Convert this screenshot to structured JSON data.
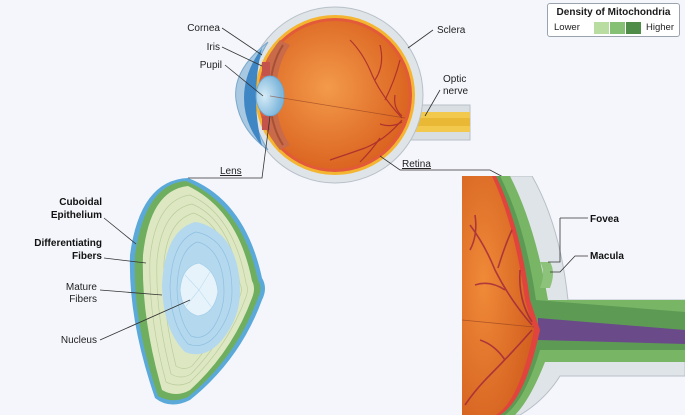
{
  "legend": {
    "title": "Density of Mitochondria",
    "low_label": "Lower",
    "high_label": "Higher",
    "colors": [
      "#b9dca0",
      "#86c074",
      "#4f8c47"
    ]
  },
  "eye_labels": {
    "cornea": "Cornea",
    "iris": "Iris",
    "pupil": "Pupil",
    "sclera": "Sclera",
    "optic_nerve_1": "Optic",
    "optic_nerve_2": "nerve",
    "lens": "Lens",
    "retina": "Retina"
  },
  "lens_labels": {
    "cuboidal_1": "Cuboidal",
    "cuboidal_2": "Epithelium",
    "diff_1": "Differentiating",
    "diff_2": "Fibers",
    "mature_1": "Mature",
    "mature_2": "Fibers",
    "nucleus": "Nucleus"
  },
  "retina_labels": {
    "fovea": "Fovea",
    "macula": "Macula"
  },
  "colors": {
    "eyeball": "#e8762c",
    "sclera": "#d9dee3",
    "retina_layer": "#f4b531",
    "choroid": "#e0443c",
    "blood_vessel": "#a8282e",
    "cornea": "#9bc3e0",
    "lens_outer": "#5ba9d8",
    "lens_green": "#dce8c4",
    "lens_blue": "#b5d8ee",
    "retina_green": "#78b565",
    "optic_nerve": "#f2c94c"
  }
}
